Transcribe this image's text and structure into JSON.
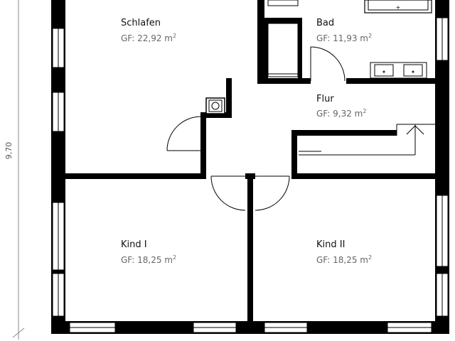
{
  "dimension": {
    "height_label": "9,70"
  },
  "rooms": [
    {
      "id": "schlafen",
      "name": "Schlafen",
      "area_prefix": "GF: 22,92 m",
      "area_sup": "2"
    },
    {
      "id": "bad",
      "name": "Bad",
      "area_prefix": "GF: 11,93 m",
      "area_sup": "2"
    },
    {
      "id": "flur",
      "name": "Flur",
      "area_prefix": "GF: 9,32 m",
      "area_sup": "2"
    },
    {
      "id": "kind1",
      "name": "Kind I",
      "area_prefix": "GF: 18,25 m",
      "area_sup": "2"
    },
    {
      "id": "kind2",
      "name": "Kind II",
      "area_prefix": "GF: 18,25 m",
      "area_sup": "2"
    }
  ],
  "colors": {
    "wall": "#000000",
    "line": "#333333",
    "text": "#111111",
    "area_text": "#666666"
  }
}
